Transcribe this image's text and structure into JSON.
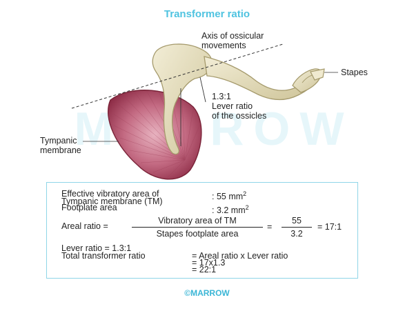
{
  "title": "Transformer ratio",
  "watermark": "MARROW",
  "labels": {
    "axis_line1": "Axis of ossicular",
    "axis_line2": "movements",
    "stapes": "Stapes",
    "ratio_line1": "1.3:1",
    "ratio_line2": "Lever ratio",
    "ratio_line3": "of the ossicles",
    "tympanic_line1": "Tympanic",
    "tympanic_line2": "membrane"
  },
  "box": {
    "effective_label_line1": "Effective vibratory area of",
    "effective_label_line2": "Tympanic membrane (TM)",
    "effective_value": ": 55 mm",
    "footplate_label": "Footplate area",
    "footplate_value": ": 3.2 mm",
    "squared": "2",
    "areal_label": "Areal ratio =",
    "areal_numerator": "Vibratory area of TM",
    "areal_denominator": "Stapes footplate area",
    "equals": "=",
    "num_numerator": "55",
    "num_denominator": "3.2",
    "areal_result": "= 17:1",
    "lever_ratio": "Lever ratio = 1.3:1",
    "total_label": "Total transformer ratio",
    "total_line1": "= Areal ratio  x  Lever ratio",
    "total_line2": "= 17x1.3",
    "total_line3": "= 22:1"
  },
  "footer": "©MARROW",
  "colors": {
    "title": "#4fc3e0",
    "border": "#8fd5e8",
    "tympanic": "#b5475f",
    "bone": "#e8e1c2"
  }
}
